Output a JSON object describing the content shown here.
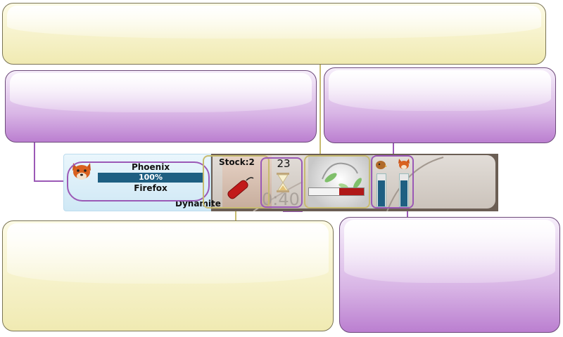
{
  "player": {
    "top_name": "Phoenix",
    "bottom_name": "Firefox",
    "health_percent": "100%",
    "health_fraction": 1.0
  },
  "weapon": {
    "stock_label": "Stock:2",
    "name": "Dynamite"
  },
  "turn": {
    "seconds_left": "23",
    "game_clock": "0:40"
  },
  "wind": {
    "strength_fraction": 0.45,
    "direction": "right"
  },
  "teams": {
    "energy": [
      0.8,
      0.8
    ],
    "icons": [
      "phoenix-head-icon",
      "fox-head-icon"
    ]
  },
  "colors": {
    "health_bar": "#1e5f82",
    "team_bar": "#1e5f82",
    "wind_bar": "#b01818",
    "highlight_purple": "#9b59b6",
    "highlight_olive": "#c7bb70"
  }
}
